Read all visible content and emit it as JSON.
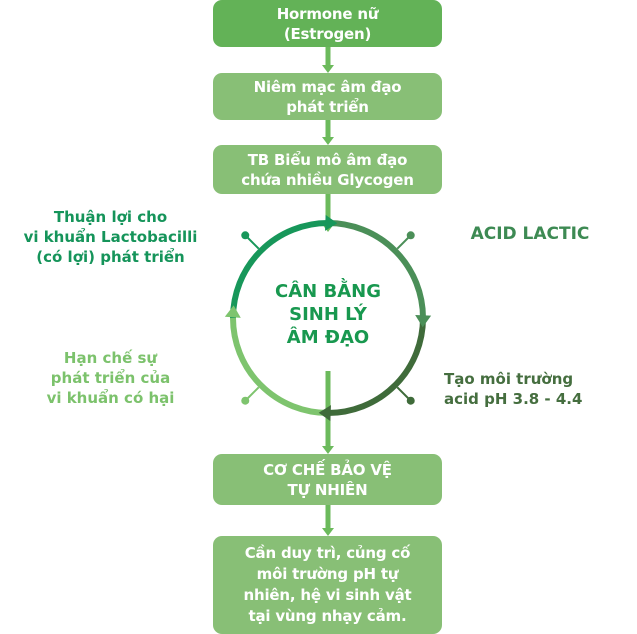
{
  "colors": {
    "box_primary": "#63b257",
    "box_secondary": "#88bf76",
    "connector": "#6cba5c",
    "arc_top_left": "#17975a",
    "arc_top_right": "#4b8f58",
    "arc_bottom_right": "#3f6b3a",
    "arc_bottom_left": "#7ec46e",
    "label_top_left": "#15945a",
    "label_bottom_left": "#7cc26c",
    "label_top_right": "#3d8a53",
    "label_bottom_right": "#456e3f",
    "center_label": "#18984f"
  },
  "flow_top": [
    {
      "text": "Hormone nữ\n(Estrogen)"
    },
    {
      "text": "Niêm mạc âm đạo\nphát triển"
    },
    {
      "text": "TB Biểu mô âm đạo\nchứa nhiều Glycogen"
    }
  ],
  "cycle": {
    "center": "CÂN BẰNG\nSINH LÝ\nÂM ĐẠO",
    "top_left": "Thuận lợi cho\nvi khuẩn Lactobacilli\n(có lợi) phát triển",
    "top_right": "ACID LACTIC",
    "bottom_right": "Tạo môi trường\nacid pH 3.8 - 4.4",
    "bottom_left": "Hạn chế sự\nphát triển của\nvi khuẩn có hại"
  },
  "flow_bottom": [
    {
      "text": "CƠ CHẾ BẢO VỆ\nTỰ NHIÊN"
    },
    {
      "text": "Cần duy trì, củng cố\nmôi trường pH tự\nnhiên, hệ vi sinh vật\ntại vùng nhạy cảm."
    }
  ]
}
